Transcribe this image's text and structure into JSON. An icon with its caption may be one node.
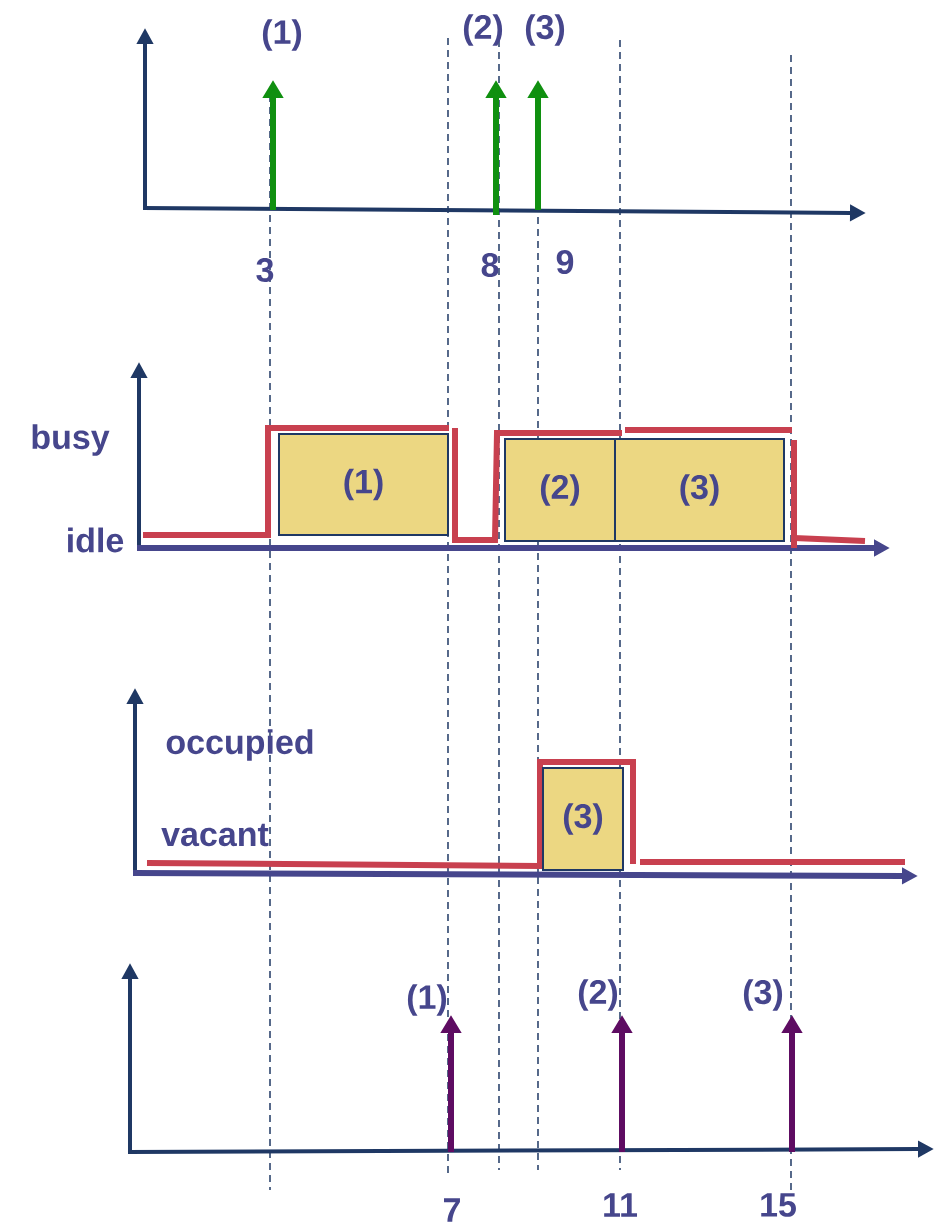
{
  "diagram": {
    "nodes": [
      {
        "text": [
          "(1)"
        ]
      },
      {
        "text": [
          "(2)"
        ]
      },
      {
        "text": [
          "(3)"
        ]
      },
      {
        "text": [
          "(3)"
        ]
      }
    ],
    "labels": [
      "(1)",
      "(2)",
      "(3)",
      "3",
      "8",
      "9",
      "busy",
      "idle",
      "occupied",
      "vacant",
      "(1)",
      "(2)",
      "(3)",
      "7",
      "11",
      "15"
    ]
  }
}
